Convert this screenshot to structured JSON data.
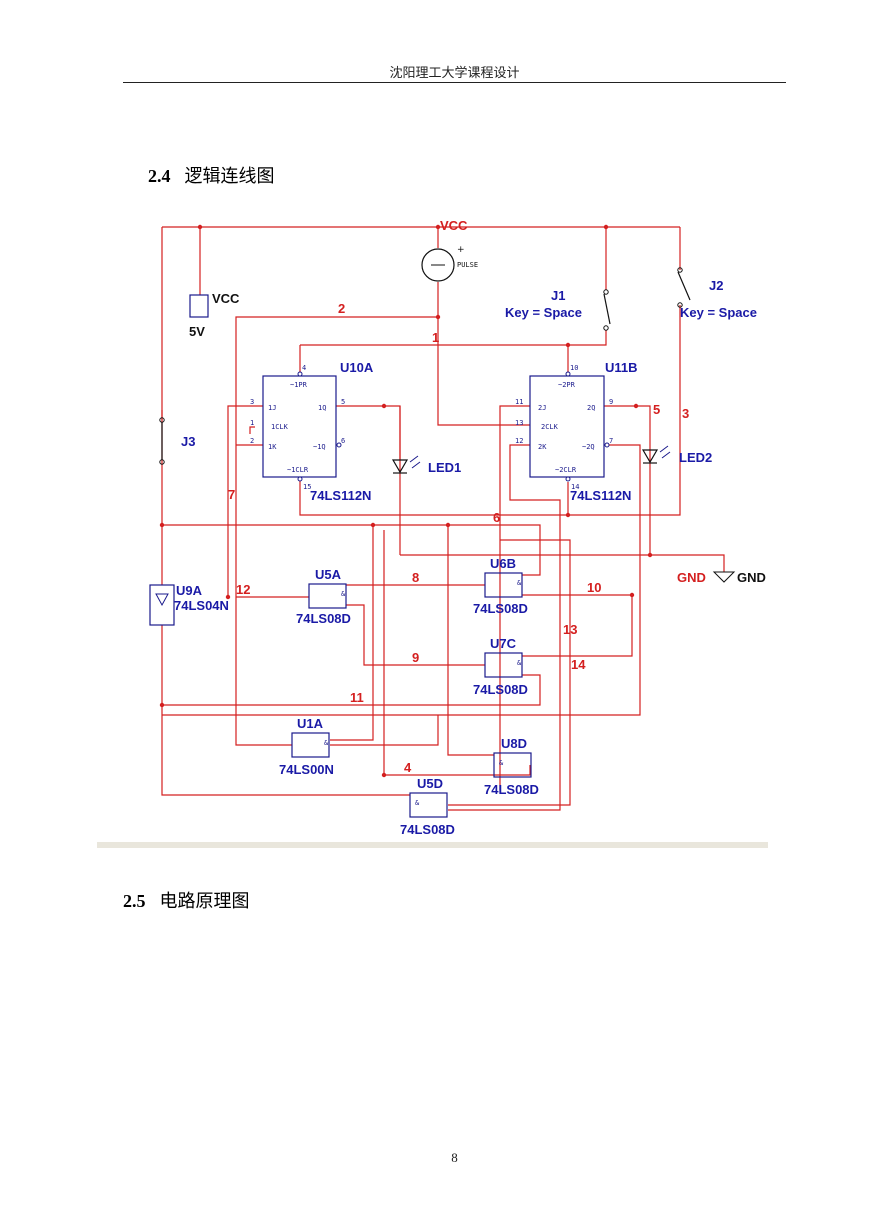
{
  "header": {
    "title": "沈阳理工大学课程设计"
  },
  "sections": {
    "s24": {
      "number": "2.4",
      "title": "逻辑连线图"
    },
    "s25": {
      "number": "2.5",
      "title": "电路原理图"
    }
  },
  "footer": {
    "page_number": "8"
  },
  "schematic": {
    "vcc_top": "VCC",
    "vcc_src": "VCC",
    "vcc_src_value": "5V",
    "pulse_label": "PULSE",
    "j1": {
      "name": "J1",
      "key": "Key = Space"
    },
    "j2": {
      "name": "J2",
      "key": "Key = Space"
    },
    "j3": "J3",
    "u10a": {
      "name": "U10A",
      "part": "74LS112N"
    },
    "u11b": {
      "name": "U11B",
      "part": "74LS112N"
    },
    "led1": "LED1",
    "led2": "LED2",
    "gnd_red": "GND",
    "gnd_sym": "GND",
    "u9a": {
      "name": "U9A",
      "part": "74LS04N"
    },
    "u5a": {
      "name": "U5A",
      "part": "74LS08D"
    },
    "u6b": {
      "name": "U6B",
      "part": "74LS08D"
    },
    "u7c": {
      "name": "U7C",
      "part": "74LS08D"
    },
    "u1a": {
      "name": "U1A",
      "part": "74LS00N"
    },
    "u8d": {
      "name": "U8D",
      "part": "74LS08D"
    },
    "u5d": {
      "name": "U5D",
      "part": "74LS08D"
    },
    "ff1_pins": {
      "pr": "~1PR",
      "j": "1J",
      "clk": "1CLK",
      "k": "1K",
      "q": "1Q",
      "qn": "~1Q",
      "clr": "~1CLR",
      "p3": "3",
      "p1": "1",
      "p2": "2",
      "p4": "4",
      "p5": "5",
      "p6": "6",
      "p15": "15"
    },
    "ff2_pins": {
      "pr": "~2PR",
      "j": "2J",
      "clk": "2CLK",
      "k": "2K",
      "q": "2Q",
      "qn": "~2Q",
      "clr": "~2CLR",
      "p11": "11",
      "p13": "13",
      "p12": "12",
      "p10": "10",
      "p9": "9",
      "p7": "7",
      "p14": "14"
    },
    "gate_symbol": "&",
    "net_labels": [
      "1",
      "2",
      "3",
      "4",
      "5",
      "6",
      "7",
      "8",
      "9",
      "10",
      "11",
      "12",
      "13",
      "14"
    ]
  }
}
